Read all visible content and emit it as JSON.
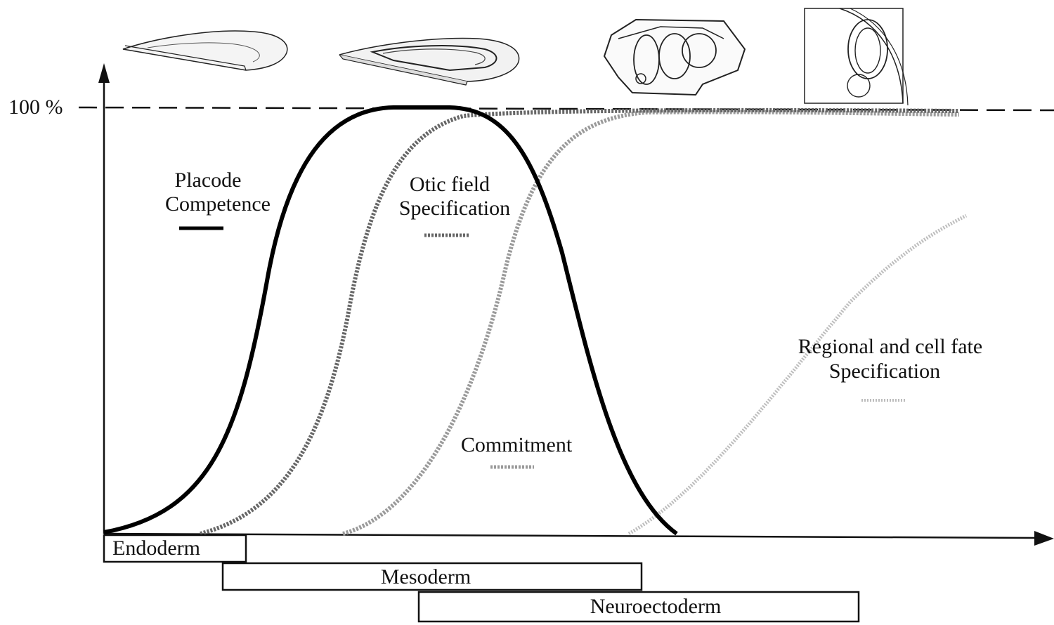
{
  "y_axis": {
    "max_label": "100 %"
  },
  "curves": [
    {
      "id": "placode-competence",
      "label_lines": [
        "Placode",
        "Competence"
      ],
      "style": "thick-solid",
      "color": "#000000"
    },
    {
      "id": "otic-field",
      "label_lines": [
        "Otic field",
        "Specification"
      ],
      "style": "stippled-dark",
      "color": "#6a6a6a"
    },
    {
      "id": "commitment",
      "label_lines": [
        "Commitment"
      ],
      "style": "stippled-medium",
      "color": "#a0a0a0"
    },
    {
      "id": "regional",
      "label_lines": [
        "Regional and cell fate",
        "Specification"
      ],
      "style": "stippled-light",
      "color": "#c4c4c4"
    }
  ],
  "tissues": [
    "Endoderm",
    "Mesoderm",
    "Neuroectoderm"
  ],
  "stage_icons": [
    "flat-disc-icon",
    "placode-plate-icon",
    "embryo-section-icon",
    "otic-vesicle-icon"
  ]
}
